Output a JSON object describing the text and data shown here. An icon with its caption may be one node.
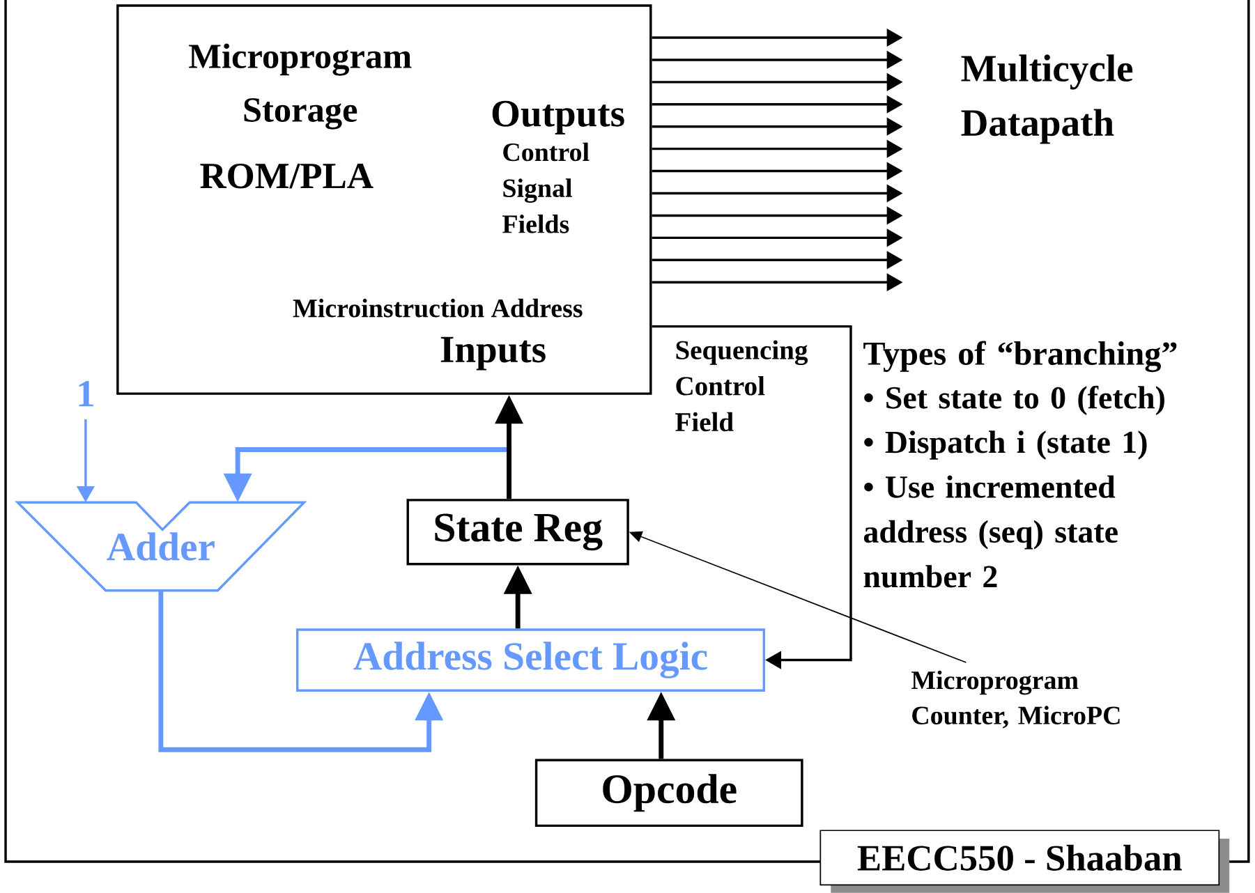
{
  "diagram": {
    "nodes": [
      {
        "text": [
          "Microprogram Storage",
          "ROM/PLA",
          "Outputs",
          "Control Signal Fields",
          "Microinstruction Address",
          "Inputs"
        ]
      },
      {
        "text": [
          "1"
        ]
      },
      {
        "text": [
          "State Reg"
        ]
      },
      {
        "text": [
          "Adder"
        ]
      },
      {
        "text": [
          "Address Select Logic"
        ]
      },
      {
        "text": [
          "Opcode"
        ]
      },
      {
        "text": [
          "Microprogram Counter, MicroPC"
        ]
      },
      {
        "text": [
          "EECC550 - Shaaban"
        ]
      }
    ],
    "edges": [
      {
        "from": 0,
        "to": null,
        "arrow": "to"
      },
      {
        "from": 0,
        "to": null,
        "arrow": "to"
      },
      {
        "from": 0,
        "to": null,
        "arrow": "to"
      },
      {
        "from": 0,
        "to": null,
        "arrow": "to"
      },
      {
        "from": 0,
        "to": null,
        "arrow": "to"
      },
      {
        "from": 0,
        "to": null,
        "arrow": "to"
      },
      {
        "from": 0,
        "to": null,
        "arrow": "to"
      },
      {
        "from": 0,
        "to": null,
        "arrow": "to"
      },
      {
        "from": 0,
        "to": null,
        "arrow": "to"
      },
      {
        "from": 0,
        "to": null,
        "arrow": "to"
      },
      {
        "from": 0,
        "to": null,
        "arrow": "to"
      },
      {
        "from": 0,
        "to": null,
        "arrow": "to"
      },
      {
        "from": 0,
        "to": 4,
        "arrow": "to",
        "label": "Sequencing Control Field"
      },
      {
        "from": 2,
        "to": 0,
        "arrow": "to",
        "style": "thick"
      },
      {
        "from": 2,
        "to": 3,
        "arrow": "to",
        "style": "thick",
        "color": "#6699ff"
      },
      {
        "from": 4,
        "to": 2,
        "arrow": "to",
        "style": "thick"
      },
      {
        "from": 5,
        "to": 4,
        "arrow": "to",
        "style": "thick"
      },
      {
        "from": 3,
        "to": 4,
        "arrow": "to",
        "style": "thick",
        "color": "#6699ff"
      },
      {
        "from": 1,
        "to": 3,
        "arrow": "to",
        "color": "#6699ff"
      },
      {
        "from": 6,
        "to": 2,
        "arrow": "to"
      }
    ],
    "labels": [
      "Multicycle Datapath",
      "Types of “branching”",
      "• Set state to 0 (fetch)",
      "• Dispatch i (state 1)",
      "• Use incremented address (seq) state number 2"
    ]
  }
}
